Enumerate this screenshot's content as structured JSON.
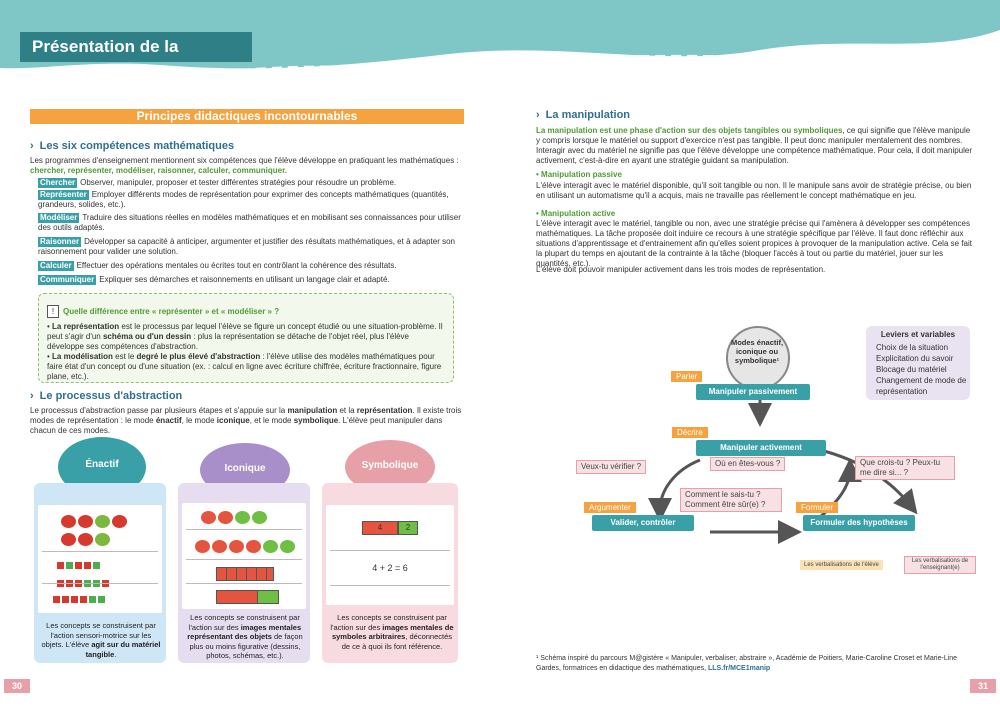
{
  "header": {
    "title": "Présentation de la méthode"
  },
  "pages": {
    "left": "30",
    "right": "31"
  },
  "left": {
    "banner": "Principes didactiques incontournables",
    "section1": {
      "title": "Les six compétences mathématiques",
      "intro": "Les programmes d'enseignement mentionnent six compétences que l'élève développe en pratiquant les mathématiques :",
      "intro_green": "chercher, représenter, modéliser, raisonner, calculer, communiquer.",
      "skills": [
        {
          "tag": "Chercher",
          "text": "Observer, manipuler, proposer et tester différentes stratégies pour résoudre un problème."
        },
        {
          "tag": "Représenter",
          "text": "Employer différents modes de représentation pour exprimer des concepts mathématiques (quantités, grandeurs, solides, etc.)."
        },
        {
          "tag": "Modéliser",
          "text": "Traduire des situations réelles en modèles mathématiques et en mobilisant ses connaissances pour utiliser des outils adaptés."
        },
        {
          "tag": "Raisonner",
          "text": "Développer sa capacité à anticiper, argumenter et justifier des résultats mathématiques, et à adapter son raisonnement pour valider une solution."
        },
        {
          "tag": "Calculer",
          "text": "Effectuer des opérations mentales ou écrites tout en contrôlant la cohérence des résultats."
        },
        {
          "tag": "Communiquer",
          "text": "Expliquer ses démarches et raisonnements en utilisant un langage clair et adapté."
        }
      ]
    },
    "note": {
      "icon": "!",
      "title": "Quelle différence entre « représenter » et « modéliser » ?",
      "b1_bold": "La représentation",
      "b1_text": " est le processus par lequel l'élève se figure un concept étudié ou une situation-problème. Il peut s'agir d'un ",
      "b1_bold2": "schéma ou d'un dessin",
      "b1_text2": " : plus la représentation se détache de l'objet réel, plus l'élève développe ses compétences d'abstraction.",
      "b2_bold": "La modélisation",
      "b2_text": " est le ",
      "b2_bold2": "degré le plus élevé d'abstraction",
      "b2_text2": " : l'élève utilise des modèles mathématiques pour faire état d'un concept ou d'une situation (ex. : calcul en ligne avec écriture chiffrée, écriture fractionnaire, figure plane, etc.)."
    },
    "section2": {
      "title": "Le processus d'abstraction",
      "p1": "Le processus d'abstraction passe par plusieurs étapes et s'appuie sur la ",
      "p1_b1": "manipulation",
      "p1_t2": " et la ",
      "p1_b2": "représentation",
      "p1_t3": ". Il existe trois modes de représentation : le mode ",
      "p1_b3": "énactif",
      "p1_t4": ", le mode ",
      "p1_b4": "iconique",
      "p1_t5": ", et le mode ",
      "p1_b5": "symbolique",
      "p1_t6": ". L'élève peut manipuler dans chacun de ces modes."
    },
    "modes": [
      {
        "name": "Énactif",
        "t1": "Les concepts se construisent par l'action sensori-motrice sur les objets. L'élève ",
        "b1": "agit sur du matériel tangible",
        "t2": "."
      },
      {
        "name": "Iconique",
        "t1": "Les concepts se construisent par l'action sur des ",
        "b1": "images mentales représentant des objets",
        "t2": " de façon plus ou moins figurative (dessins, photos, schémas, etc.)."
      },
      {
        "name": "Symbolique",
        "t1": "Les concepts se construisent par l'action sur des ",
        "b1": "images mentales de symboles arbitraires",
        "t2": ", déconnectés de ce à quoi ils font référence."
      }
    ],
    "symbolic": {
      "bar_a": "4",
      "bar_b": "2",
      "equation": "4 + 2 = 6"
    }
  },
  "right": {
    "title": "La manipulation",
    "intro_green": "La manipulation est une phase d'action sur des objets tangibles ou symboliques",
    "intro_text": ", ce qui signifie que l'élève manipule y compris lorsque le matériel ou support d'exercice n'est pas tangible. Il peut donc manipuler mentalement des nombres. Interagir avec du matériel ne signifie pas que l'élève développe une compétence mathématique. Pour cela, il doit manipuler activement, c'est-à-dire en ayant une stratégie guidant sa manipulation.",
    "passive_title": "• Manipulation passive",
    "passive_text": "L'élève interagit avec le matériel disponible, qu'il soit tangible ou non. Il le manipule sans avoir de stratégie précise, ou bien en utilisant un automatisme qu'il a acquis, mais ne travaille pas réellement le concept mathématique en jeu.",
    "active_title": "• Manipulation active",
    "active_text": "L'élève interagit avec le matériel, tangible ou non, avec une stratégie précise qui l'amènera à développer ses compétences mathématiques. La tâche proposée doit induire ce recours à une stratégie spécifique par l'élève. Il faut donc réfléchir aux situations d'apprentissage et d'entrainement afin qu'elles soient propices à provoquer de la manipulation active. Cela se fait la plupart du temps en ajoutant de la contrainte à la tâche (bloquer l'accès à tout ou partie du matériel, jouer sur les quantités, etc.).",
    "closing": "L'élève doit pouvoir manipuler activement dans les trois modes de représentation.",
    "diagram": {
      "modes_circle": "Modes énactif, iconique ou symbolique¹",
      "parler": "Parler",
      "manip_passive": "Manipuler passivement",
      "decrire": "Décrire",
      "manip_active": "Manipuler activement",
      "ou_en": "Où en êtes-vous ?",
      "verifier": "Veux-tu vérifier ?",
      "crois_tu": "Que crois-tu ? Peux-tu me dire si... ?",
      "sais_tu": "Comment le sais-tu ? Comment être sûr(e) ?",
      "argumenter": "Argumenter",
      "valider": "Valider, contrôler",
      "formuler": "Formuler",
      "hypotheses": "Formuler des hypothèses",
      "levers_title": "Leviers et variables",
      "levers": [
        "Choix de la situation",
        "Explicitation du savoir",
        "Blocage du matériel",
        "Changement de mode de représentation"
      ],
      "legend_eleve": "Les verbalisations de l'élève",
      "legend_ens": "Les verbalisations de l'enseignant(e)"
    },
    "footnote": "¹ Schéma inspiré du parcours M@gistère « Manipuler, verbaliser, abstraire », Académie de Poitiers, Marie-Caroline Croset et Marie-Line Gardes, formatrices en didactique des mathématiques, ",
    "footnote_link": "LLS.fr/MCE1manip"
  },
  "colors": {
    "teal": "#3aa0a7",
    "orange": "#f4a340",
    "green": "#4f9b34",
    "pink": "#e7a0a7",
    "purple": "#a98fc9"
  }
}
